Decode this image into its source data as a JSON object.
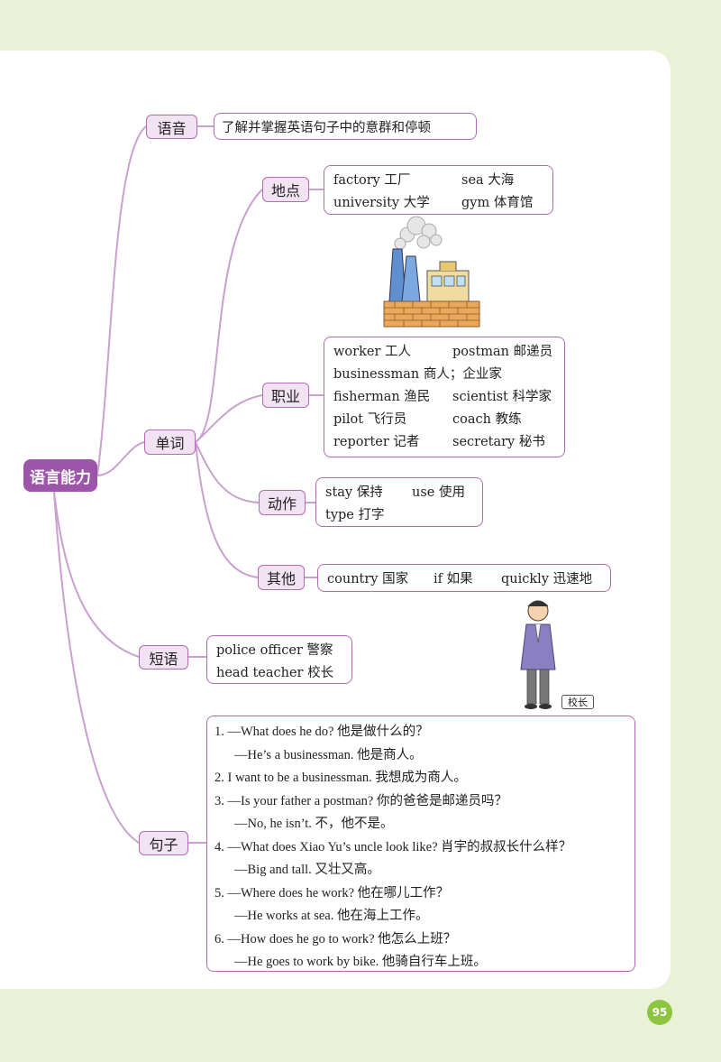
{
  "root": "语言能力",
  "branches": {
    "pronunciation": {
      "label": "语音",
      "content": "了解并掌握英语句子中的意群和停顿"
    },
    "words": {
      "label": "单词",
      "places": {
        "label": "地点",
        "rows": [
          [
            "factory 工厂",
            "sea 大海"
          ],
          [
            "university 大学",
            "gym 体育馆"
          ]
        ]
      },
      "jobs": {
        "label": "职业",
        "rows": [
          [
            "worker 工人",
            "postman 邮递员"
          ],
          [
            "businessman 商人；企业家",
            ""
          ],
          [
            "fisherman 渔民",
            "scientist 科学家"
          ],
          [
            "pilot 飞行员",
            "coach 教练"
          ],
          [
            "reporter 记者",
            "secretary 秘书"
          ]
        ]
      },
      "actions": {
        "label": "动作",
        "rows": [
          [
            "stay 保持",
            "use 使用"
          ],
          [
            "type 打字",
            ""
          ]
        ]
      },
      "others": {
        "label": "其他",
        "items": [
          "country 国家",
          "if 如果",
          "quickly 迅速地"
        ]
      }
    },
    "phrases": {
      "label": "短语",
      "items": [
        "police officer 警察",
        "head teacher 校长"
      ]
    },
    "sentences": {
      "label": "句子",
      "lines": [
        "1. —What does he do? 他是做什么的？",
        "—He’s a businessman. 他是商人。",
        "2. I want to be a businessman. 我想成为商人。",
        "3. —Is your father a postman? 你的爸爸是邮递员吗？",
        "—No, he isn’t. 不，他不是。",
        "4. —What does Xiao Yu’s uncle look like? 肖宇的叔叔长什么样？",
        "—Big and tall. 又壮又高。",
        "5. —Where does he work? 他在哪儿工作？",
        "—He works at sea. 他在海上工作。",
        "6. —How does he go to work? 他怎么上班？",
        "—He goes to work by bike. 他骑自行车上班。"
      ]
    }
  },
  "head_teacher_caption": "校长",
  "page_number": "95",
  "colors": {
    "branch": "#b56ab5",
    "node_fill": "#f2e3f2",
    "root_fill": "#9c55a8",
    "page_bg": "#e9f2d6",
    "page_badge": "#8cc63f"
  }
}
